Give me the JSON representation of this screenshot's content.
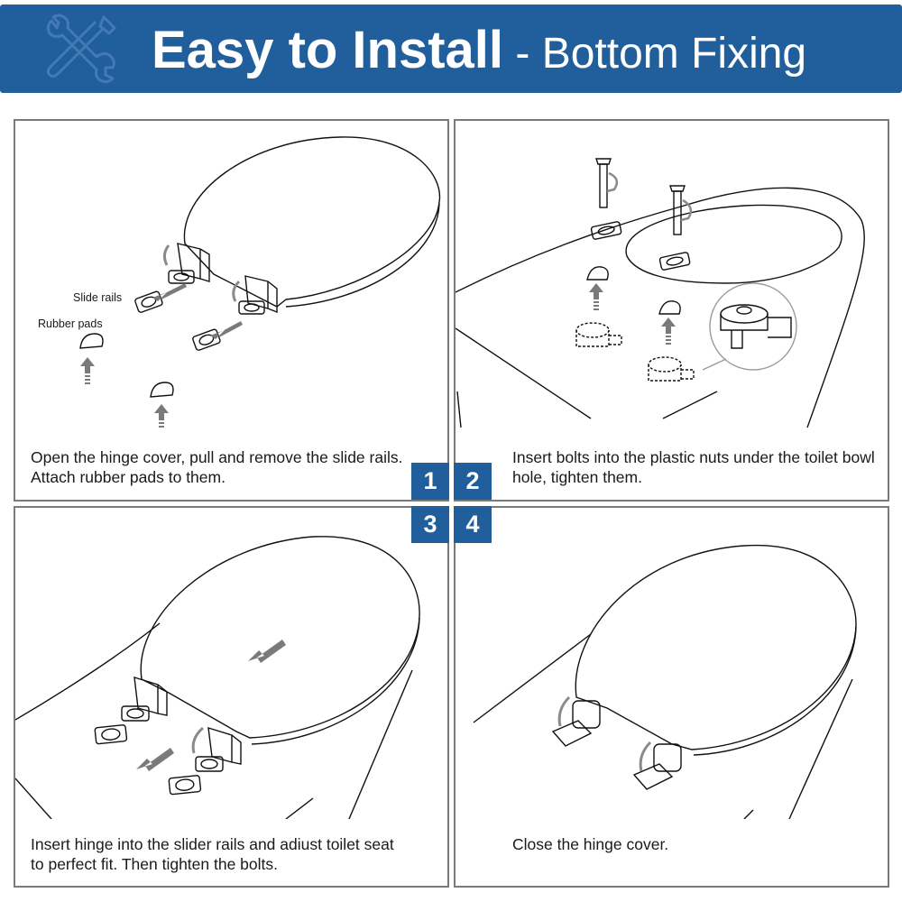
{
  "header": {
    "title_main": "Easy to Install",
    "title_sub": " - Bottom Fixing",
    "icon": "wrench-screwdriver-icon",
    "background_color": "#215f9c"
  },
  "steps": [
    {
      "number": "1",
      "caption": "Open the hinge cover, pull and remove the slide rails. Attach rubber pads to them.",
      "labels": {
        "slide_rails": "Slide rails",
        "rubber_pads": "Rubber pads"
      }
    },
    {
      "number": "2",
      "caption": "Insert bolts into the plastic nuts under the toilet bowl hole, tighten them."
    },
    {
      "number": "3",
      "caption": "Insert hinge into the slider rails and adiust toilet seat to perfect fit. Then tighten the bolts."
    },
    {
      "number": "4",
      "caption": "Close the hinge cover."
    }
  ],
  "colors": {
    "accent": "#215f9c",
    "arrow": "#7a7a7a",
    "border": "#7a7a7a"
  }
}
